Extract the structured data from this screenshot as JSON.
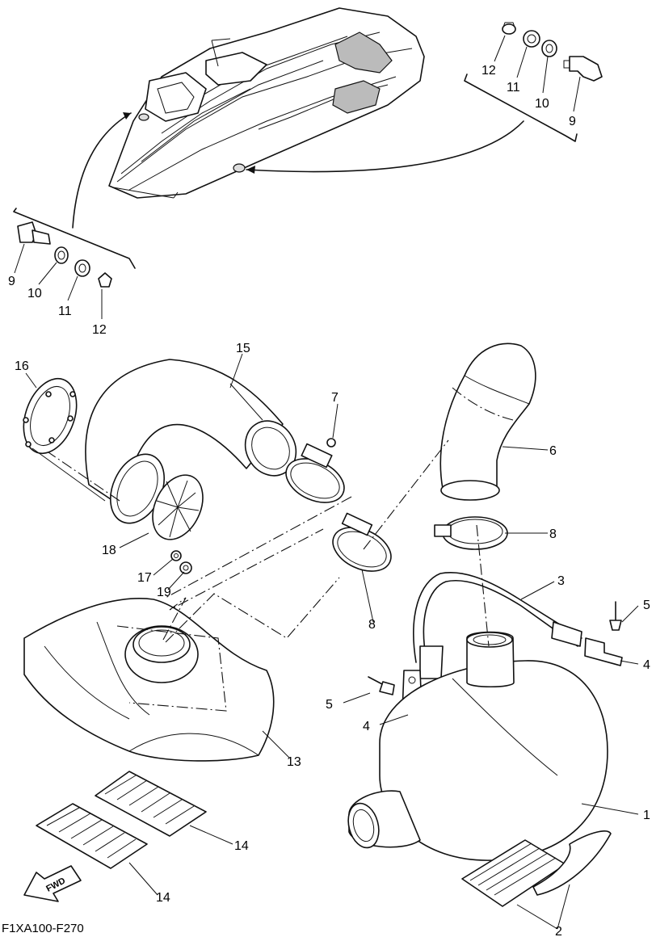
{
  "diagram": {
    "figure_code": "F1XA100-F270",
    "fwd_label": "FWD",
    "callouts": {
      "c1": "1",
      "c2": "2",
      "c3": "3",
      "c4a": "4",
      "c4b": "4",
      "c5a": "5",
      "c5b": "5",
      "c6": "6",
      "c7": "7",
      "c8a": "8",
      "c8b": "8",
      "c9a": "9",
      "c9b": "9",
      "c10a": "10",
      "c10b": "10",
      "c11a": "11",
      "c11b": "11",
      "c12a": "12",
      "c12b": "12",
      "c13": "13",
      "c14a": "14",
      "c14b": "14",
      "c15": "15",
      "c16": "16",
      "c17": "17",
      "c18": "18",
      "c19": "19"
    }
  }
}
